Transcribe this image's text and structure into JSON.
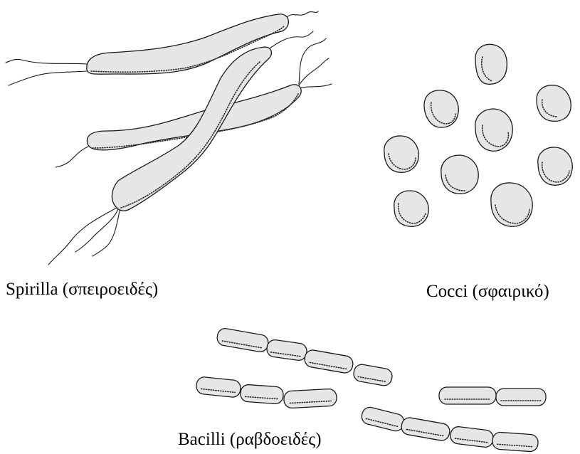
{
  "labels": {
    "spirilla": "Spirilla (σπειροειδές)",
    "cocci": "Cocci (σφαιρικό)",
    "bacilli": "Bacilli (ραβδοειδές)"
  },
  "colors": {
    "cell_fill": "#e6e6e6",
    "outline": "#1a1a1a"
  }
}
